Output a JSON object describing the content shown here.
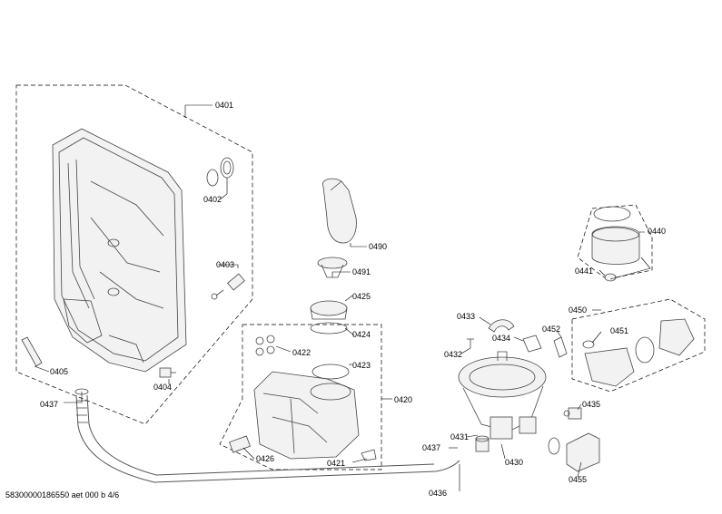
{
  "labels": {
    "p0401": "0401",
    "p0402": "0402",
    "p0403": "0403",
    "p0404": "0404",
    "p0405": "0405",
    "p0437a": "0437",
    "p0490": "0490",
    "p0491": "0491",
    "p0425": "0425",
    "p0424": "0424",
    "p0422": "0422",
    "p0423": "0423",
    "p0420": "0420",
    "p0426": "0426",
    "p0421": "0421",
    "p0433": "0433",
    "p0434": "0434",
    "p0432": "0432",
    "p0452": "0452",
    "p0431": "0431",
    "p0437b": "0437",
    "p0430": "0430",
    "p0436": "0436",
    "p0435": "0435",
    "p0455": "0455",
    "p0440": "0440",
    "p0441": "0441",
    "p0450": "0450",
    "p0451": "0451"
  },
  "doc_ref": "58300000186550 aet 000 b 4/6"
}
